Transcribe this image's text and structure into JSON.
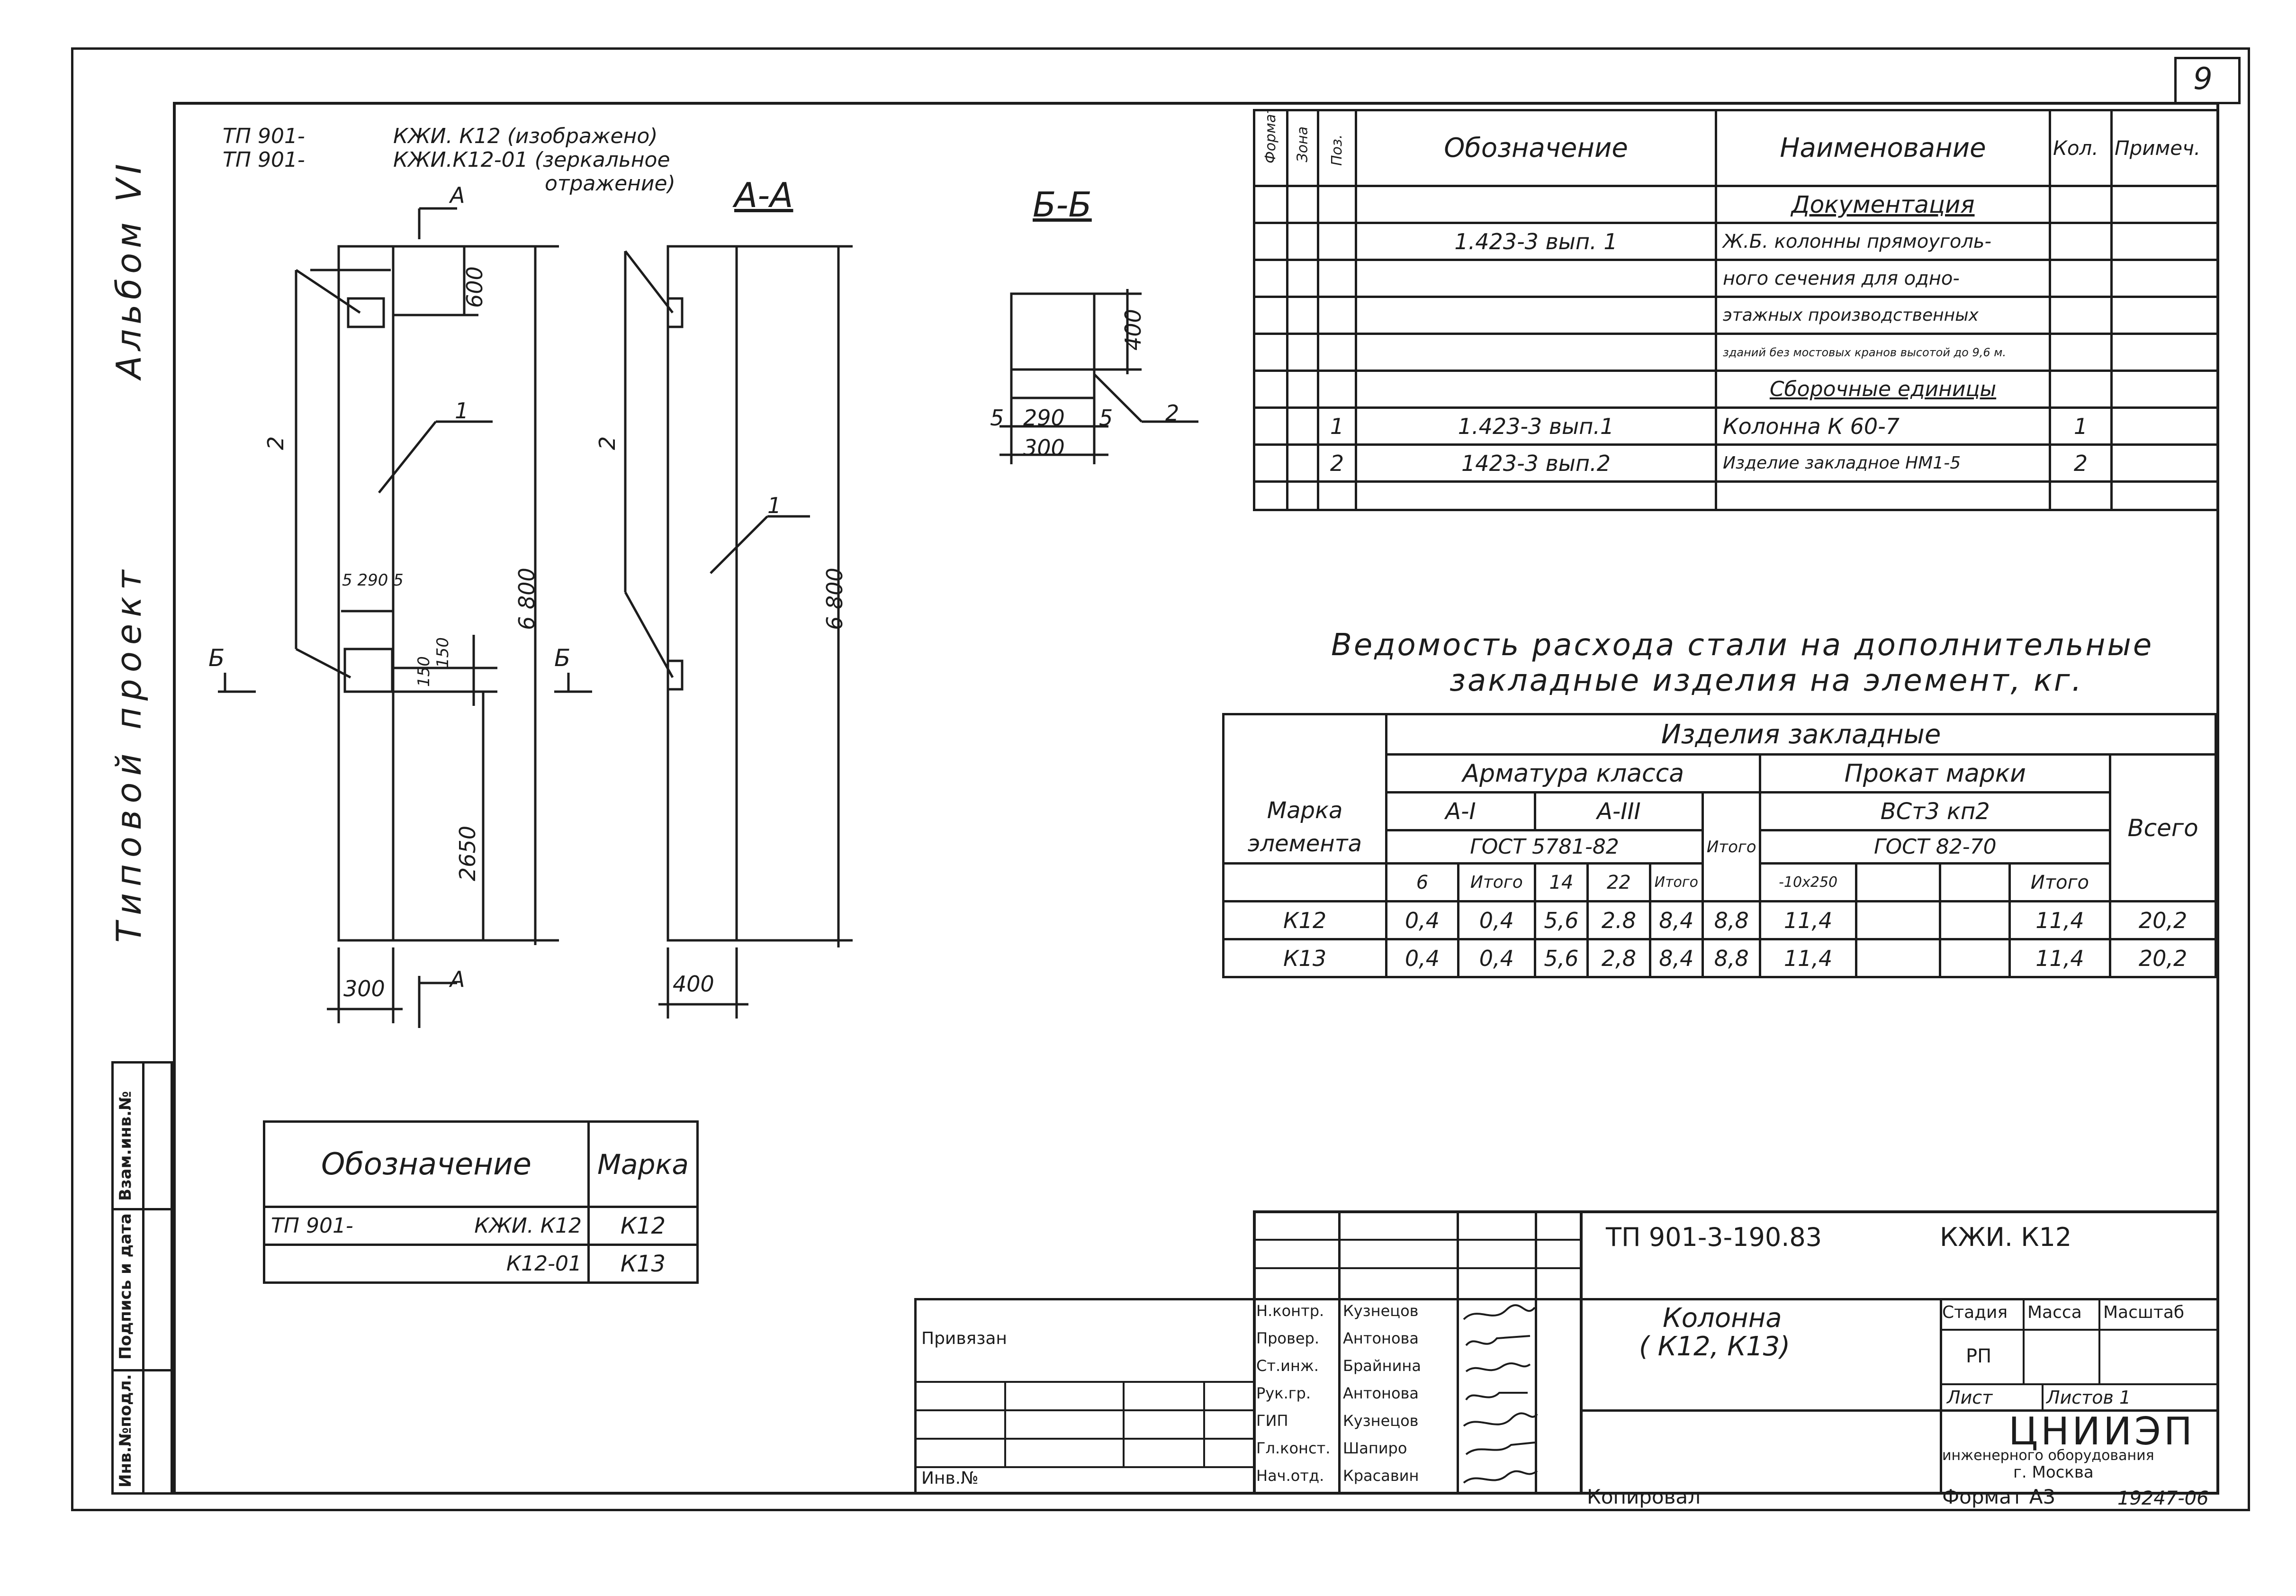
{
  "sheet_number": "9",
  "side_labels": {
    "album": "Альбом VI",
    "project": "Типовой проект"
  },
  "header_refs": {
    "line1_code": "ТП 901-",
    "line1_text": "КЖИ. К12 (изображено)",
    "line2_code": "ТП 901-",
    "line2_text": "КЖИ.К12-01 (зеркальное",
    "line3_text": "отражение)"
  },
  "sections": {
    "aa": "А-А",
    "bb": "Б-Б",
    "cut_a": "А",
    "cut_b": "Б"
  },
  "dimensions": {
    "d600": "600",
    "d6800": "6 800",
    "d6800b": "6 800",
    "d2650": "2650",
    "d300": "300",
    "d400": "400",
    "d150": "150",
    "d150b": "150",
    "d5290": "5 290 5",
    "leader1": "1",
    "leader2": "2",
    "leader1b": "1",
    "leader2b": "2",
    "bb_400": "400",
    "bb_290": "290",
    "bb_300": "300",
    "bb_5a": "5",
    "bb_5b": "5",
    "bb_2": "2"
  },
  "spec": {
    "headers": {
      "format": "Формат",
      "zone": "Зона",
      "pos": "Поз.",
      "designation": "Обозначение",
      "name": "Наименование",
      "qty": "Кол.",
      "note": "Примеч."
    },
    "rows": [
      {
        "pos": "",
        "designation": "",
        "name": "Документация",
        "qty": ""
      },
      {
        "pos": "",
        "designation": "1.423-3 вып. 1",
        "name": "Ж.Б. колонны прямоуголь-",
        "qty": ""
      },
      {
        "pos": "",
        "designation": "",
        "name": "ного сечения для одно-",
        "qty": ""
      },
      {
        "pos": "",
        "designation": "",
        "name": "этажных производственных",
        "qty": ""
      },
      {
        "pos": "",
        "designation": "",
        "name": "зданий без мостовых кранов высотой до 9,6 м.",
        "qty": ""
      },
      {
        "pos": "",
        "designation": "",
        "name": "Сборочные единицы",
        "qty": ""
      },
      {
        "pos": "1",
        "designation": "1.423-3 вып.1",
        "name": "Колонна К 60-7",
        "qty": "1"
      },
      {
        "pos": "2",
        "designation": "1423-3 вып.2",
        "name": "Изделие закладное НМ1-5",
        "qty": "2"
      },
      {
        "pos": "",
        "designation": "",
        "name": "",
        "qty": ""
      }
    ]
  },
  "steel": {
    "title1": "Ведомость расхода стали на дополнительные",
    "title2": "закладные изделия на элемент, кг.",
    "h_items": "Изделия закладные",
    "h_rebar": "Арматура класса",
    "h_rolled": "Прокат марки",
    "h_mark": "Марка элемента",
    "h_total": "Всего",
    "h_ai": "А-I",
    "h_aiii": "А-III",
    "h_itogo": "Итого",
    "h_vst": "ВСт3 кп2",
    "h_gost1": "ГОСТ 5781-82",
    "h_gost2": "ГОСТ 82-70",
    "h_6": "6",
    "h_itogo1": "Итого",
    "h_14": "14",
    "h_22": "22",
    "h_itogo2": "Итого",
    "h_plate": "-10x250",
    "h_itogo3": "Итого",
    "rows": [
      {
        "mark": "К12",
        "a6": "0,4",
        "it1": "0,4",
        "a14": "5,6",
        "a22": "2.8",
        "it2": "8,4",
        "it": "8,8",
        "pl": "11,4",
        "e1": "",
        "e2": "",
        "it3": "11,4",
        "total": "20,2"
      },
      {
        "mark": "К13",
        "a6": "0,4",
        "it1": "0,4",
        "a14": "5,6",
        "a22": "2,8",
        "it2": "8,4",
        "it": "8,8",
        "pl": "11,4",
        "e1": "",
        "e2": "",
        "it3": "11,4",
        "total": "20,2"
      }
    ]
  },
  "variants": {
    "h_designation": "Обозначение",
    "h_mark": "Марка",
    "rows": [
      {
        "code": "ТП 901-",
        "doc": "КЖИ. К12",
        "mark": "К12"
      },
      {
        "code": "",
        "doc": "К12-01",
        "mark": "К13"
      }
    ]
  },
  "left_strip": {
    "a": "Инв.№подл.",
    "b": "Подпись и дата",
    "c": "Взам.инв.№"
  },
  "title_block": {
    "code": "ТП 901-3-190.83",
    "doc": "КЖИ. К12",
    "name1": "Колонна",
    "name2": "( К12, К13)",
    "stage_h": "Стадия",
    "mass_h": "Масса",
    "scale_h": "Масштаб",
    "stage": "РП",
    "sheet_h": "Лист",
    "sheets_h": "Листов 1",
    "org1": "ЦНИИЭП",
    "org2": "инженерного оборудования",
    "org3": "г. Москва",
    "bound": "Привязан",
    "inv": "Инв.№",
    "copied": "Копировал",
    "format": "Формат А3",
    "serial": "19247-06",
    "roles": [
      {
        "role": "Н.контр.",
        "name": "Кузнецов"
      },
      {
        "role": "Провер.",
        "name": "Антонова"
      },
      {
        "role": "Ст.инж.",
        "name": "Брайнина"
      },
      {
        "role": "Рук.гр.",
        "name": "Антонова"
      },
      {
        "role": "ГИП",
        "name": "Кузнецов"
      },
      {
        "role": "Гл.конст.",
        "name": "Шапиро"
      },
      {
        "role": "Нач.отд.",
        "name": "Красавин"
      }
    ]
  }
}
